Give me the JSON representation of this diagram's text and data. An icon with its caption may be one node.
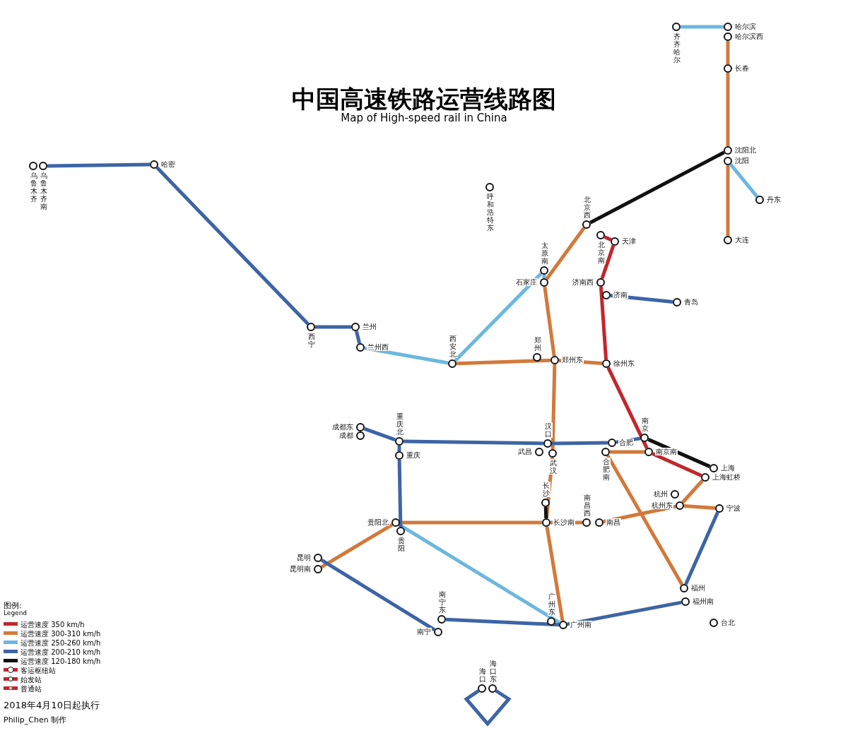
{
  "diagram": {
    "title": "中国高速铁路运营线路图",
    "caption": "Map of High-speed rail in China",
    "nodes": [
      {
        "text": [],
        "shape": "circle",
        "beside": [
          "乌鲁木齐"
        ]
      },
      {
        "text": [],
        "shape": "circle",
        "beside": [
          "乌鲁木齐南"
        ]
      },
      {
        "text": [],
        "shape": "circle",
        "beside": [
          "哈密"
        ]
      },
      {
        "text": [],
        "shape": "circle",
        "beside": [
          "西宁"
        ]
      },
      {
        "text": [],
        "shape": "circle",
        "beside": [
          "兰州"
        ]
      },
      {
        "text": [],
        "shape": "circle",
        "beside": [
          "兰州西"
        ]
      },
      {
        "text": [],
        "shape": "circle",
        "beside": [
          "西安北"
        ]
      },
      {
        "text": [],
        "shape": "circle",
        "beside": [
          "呼和浩特东"
        ]
      },
      {
        "text": [],
        "shape": "circle",
        "beside": [
          "太原南"
        ]
      },
      {
        "text": [],
        "shape": "circle",
        "beside": [
          "石家庄"
        ]
      },
      {
        "text": [],
        "shape": "circle",
        "beside": [
          "北京西"
        ]
      },
      {
        "text": [],
        "shape": "circle",
        "beside": [
          "北京南"
        ]
      },
      {
        "text": [],
        "shape": "circle",
        "beside": [
          "天津"
        ]
      },
      {
        "text": [],
        "shape": "circle",
        "beside": [
          "哈尔滨"
        ]
      },
      {
        "text": [],
        "shape": "circle",
        "beside": [
          "哈尔滨西"
        ]
      },
      {
        "text": [],
        "shape": "circle",
        "beside": [
          "长春"
        ]
      },
      {
        "text": [],
        "shape": "circle",
        "beside": [
          "沈阳北"
        ]
      },
      {
        "text": [],
        "shape": "circle",
        "beside": [
          "沈阳"
        ]
      },
      {
        "text": [],
        "shape": "circle",
        "beside": [
          "丹东"
        ]
      },
      {
        "text": [],
        "shape": "circle",
        "beside": [
          "大连"
        ]
      },
      {
        "text": [],
        "shape": "circle",
        "beside": [
          "济南西"
        ]
      },
      {
        "text": [],
        "shape": "circle",
        "beside": [
          "济南"
        ]
      },
      {
        "text": [],
        "shape": "circle",
        "beside": [
          "青岛"
        ]
      },
      {
        "text": [],
        "shape": "circle",
        "beside": [
          "郑州"
        ]
      },
      {
        "text": [],
        "shape": "circle",
        "beside": [
          "郑州东"
        ]
      },
      {
        "text": [],
        "shape": "circle",
        "beside": [
          "徐州东"
        ]
      },
      {
        "text": [],
        "shape": "circle",
        "beside": [
          "合肥"
        ]
      },
      {
        "text": [],
        "shape": "circle",
        "beside": [
          "合肥南"
        ]
      },
      {
        "text": [],
        "shape": "circle",
        "beside": [
          "南京"
        ]
      },
      {
        "text": [],
        "shape": "circle",
        "beside": [
          "南京南"
        ]
      },
      {
        "text": [],
        "shape": "circle",
        "beside": [
          "上海"
        ]
      },
      {
        "text": [],
        "shape": "circle",
        "beside": [
          "上海虹桥"
        ]
      },
      {
        "text": [],
        "shape": "circle",
        "beside": [
          "杭州"
        ]
      },
      {
        "text": [],
        "shape": "circle",
        "beside": [
          "杭州东"
        ]
      },
      {
        "text": [],
        "shape": "circle",
        "beside": [
          "宁波"
        ]
      },
      {
        "text": [],
        "shape": "circle",
        "beside": [
          "汉口"
        ]
      },
      {
        "text": [],
        "shape": "circle",
        "beside": [
          "武昌"
        ]
      },
      {
        "text": [],
        "shape": "circle",
        "beside": [
          "武汉"
        ]
      },
      {
        "text": [],
        "shape": "circle",
        "beside": [
          "长沙"
        ]
      },
      {
        "text": [],
        "shape": "circle",
        "beside": [
          "长沙南"
        ]
      },
      {
        "text": [],
        "shape": "circle",
        "beside": [
          "南昌西"
        ]
      },
      {
        "text": [],
        "shape": "circle",
        "beside": [
          "南昌"
        ]
      },
      {
        "text": [],
        "shape": "circle",
        "beside": [
          "福州"
        ]
      },
      {
        "text": [],
        "shape": "circle",
        "beside": [
          "福州南"
        ]
      },
      {
        "text": [],
        "shape": "circle",
        "beside": [
          "广州东"
        ]
      },
      {
        "text": [],
        "shape": "circle",
        "beside": [
          "广州南"
        ]
      },
      {
        "text": [],
        "shape": "circle",
        "beside": [
          "南宁东"
        ]
      },
      {
        "text": [],
        "shape": "circle",
        "beside": [
          "南宁"
        ]
      },
      {
        "text": [],
        "shape": "circle",
        "beside": [
          "贵阳北"
        ]
      },
      {
        "text": [],
        "shape": "circle",
        "beside": [
          "贵阳"
        ]
      },
      {
        "text": [],
        "shape": "circle",
        "beside": [
          "昆明"
        ]
      },
      {
        "text": [],
        "shape": "circle",
        "beside": [
          "昆明南"
        ]
      },
      {
        "text": [],
        "shape": "circle",
        "beside": [
          "重庆北"
        ]
      },
      {
        "text": [],
        "shape": "circle",
        "beside": [
          "重庆"
        ]
      },
      {
        "text": [],
        "shape": "circle",
        "beside": [
          "成都东"
        ]
      },
      {
        "text": [],
        "shape": "circle",
        "beside": [
          "成都"
        ]
      },
      {
        "text": [],
        "shape": "circle",
        "beside": [
          "齐齐哈尔"
        ]
      },
      {
        "text": [],
        "shape": "circle",
        "beside": [
          "台北"
        ]
      },
      {
        "text": [],
        "shape": "circle",
        "beside": [
          "海口"
        ]
      },
      {
        "text": [],
        "shape": "circle",
        "beside": [
          "海口东"
        ]
      }
    ],
    "edges": [
      {
        "from": 1,
        "to": 2,
        "arrow": "none",
        "color": "#3d64a5"
      },
      {
        "from": 2,
        "to": 3,
        "arrow": "none",
        "color": "#3d64a5"
      },
      {
        "from": 3,
        "to": 4,
        "arrow": "none",
        "color": "#3d64a5"
      },
      {
        "from": 4,
        "to": 5,
        "arrow": "none",
        "color": "#3d64a5"
      },
      {
        "from": 5,
        "to": 6,
        "arrow": "none",
        "color": "#6cb7e0"
      },
      {
        "from": 6,
        "to": 24,
        "arrow": "none"
      },
      {
        "from": 8,
        "to": 9,
        "arrow": "none",
        "color": "#6cb7e0"
      },
      {
        "from": 8,
        "to": 6,
        "arrow": "none",
        "color": "#6cb7e0"
      },
      {
        "from": 10,
        "to": 9,
        "arrow": "none"
      },
      {
        "from": 9,
        "to": 24,
        "arrow": "none"
      },
      {
        "from": 24,
        "to": 37,
        "arrow": "none"
      },
      {
        "from": 37,
        "to": 39,
        "arrow": "none"
      },
      {
        "from": 39,
        "to": 45,
        "arrow": "none"
      },
      {
        "from": 11,
        "to": 12,
        "arrow": "none",
        "color": "#c1272d"
      },
      {
        "from": 12,
        "to": 20,
        "arrow": "none",
        "color": "#c1272d"
      },
      {
        "from": 20,
        "to": 25,
        "arrow": "none",
        "color": "#c1272d"
      },
      {
        "from": 25,
        "to": 29,
        "arrow": "none",
        "color": "#c1272d"
      },
      {
        "from": 29,
        "to": 31,
        "arrow": "none",
        "color": "#c1272d"
      },
      {
        "from": 28,
        "to": 30,
        "arrow": "none",
        "color": "#111111"
      },
      {
        "from": 10,
        "to": 16,
        "arrow": "none",
        "color": "#111111"
      },
      {
        "from": 14,
        "to": 15,
        "arrow": "none"
      },
      {
        "from": 15,
        "to": 16,
        "arrow": "none"
      },
      {
        "from": 17,
        "to": 19,
        "arrow": "none"
      },
      {
        "from": 17,
        "to": 18,
        "arrow": "none",
        "color": "#6cb7e0"
      },
      {
        "from": 13,
        "to": 56,
        "arrow": "none",
        "color": "#6cb7e0"
      },
      {
        "from": 21,
        "to": 22,
        "arrow": "none",
        "color": "#3d64a5"
      },
      {
        "from": 24,
        "to": 25,
        "arrow": "none"
      },
      {
        "from": 29,
        "to": 27,
        "arrow": "none"
      },
      {
        "from": 28,
        "to": 26,
        "arrow": "none",
        "color": "#3d64a5"
      },
      {
        "from": 26,
        "to": 35,
        "arrow": "none",
        "color": "#3d64a5"
      },
      {
        "from": 35,
        "to": 52,
        "arrow": "none",
        "color": "#3d64a5"
      },
      {
        "from": 52,
        "to": 54,
        "arrow": "none",
        "color": "#3d64a5"
      },
      {
        "from": 31,
        "to": 33,
        "arrow": "none"
      },
      {
        "from": 33,
        "to": 34,
        "arrow": "none"
      },
      {
        "from": 33,
        "to": 41,
        "arrow": "none"
      },
      {
        "from": 40,
        "to": 39,
        "arrow": "none"
      },
      {
        "from": 39,
        "to": 48,
        "arrow": "none"
      },
      {
        "from": 48,
        "to": 51,
        "arrow": "none"
      },
      {
        "from": 34,
        "to": 42,
        "arrow": "none",
        "color": "#3d64a5"
      },
      {
        "from": 43,
        "to": 45,
        "arrow": "none",
        "color": "#3d64a5"
      },
      {
        "from": 27,
        "to": 42,
        "arrow": "none"
      },
      {
        "from": 48,
        "to": 45,
        "arrow": "none",
        "color": "#6cb7e0"
      },
      {
        "from": 46,
        "to": 45,
        "arrow": "none",
        "color": "#3d64a5"
      },
      {
        "from": 50,
        "to": 47,
        "arrow": "none",
        "color": "#3d64a5"
      },
      {
        "from": 52,
        "to": 53,
        "arrow": "none",
        "color": "#3d64a5"
      },
      {
        "from": 53,
        "to": 49,
        "arrow": "none",
        "color": "#3d64a5"
      },
      {
        "from": 38,
        "to": 39,
        "arrow": "none",
        "color": "#111111"
      },
      {
        "from": 58,
        "to": 59,
        "arrow": "none",
        "color": "#3d64a5"
      }
    ],
    "labels": [
      "图例:",
      "Legend",
      "2018年4月10日起执行",
      "Philip_Chen 制作"
    ],
    "legend": [
      {
        "text": "运营速度 350 km/h",
        "color": "#c1272d"
      },
      {
        "text": "运营速度 300-310 km/h",
        "color": "#d2793a"
      },
      {
        "text": "运营速度 250-260 km/h",
        "color": "#6cb7e0"
      },
      {
        "text": "运营速度 200-210 km/h",
        "color": "#3d64a5"
      },
      {
        "text": "运营速度 120-180 km/h",
        "color": "#111111"
      },
      {
        "text": "客运枢纽站"
      },
      {
        "text": "始发站"
      },
      {
        "text": "普通站"
      }
    ]
  }
}
